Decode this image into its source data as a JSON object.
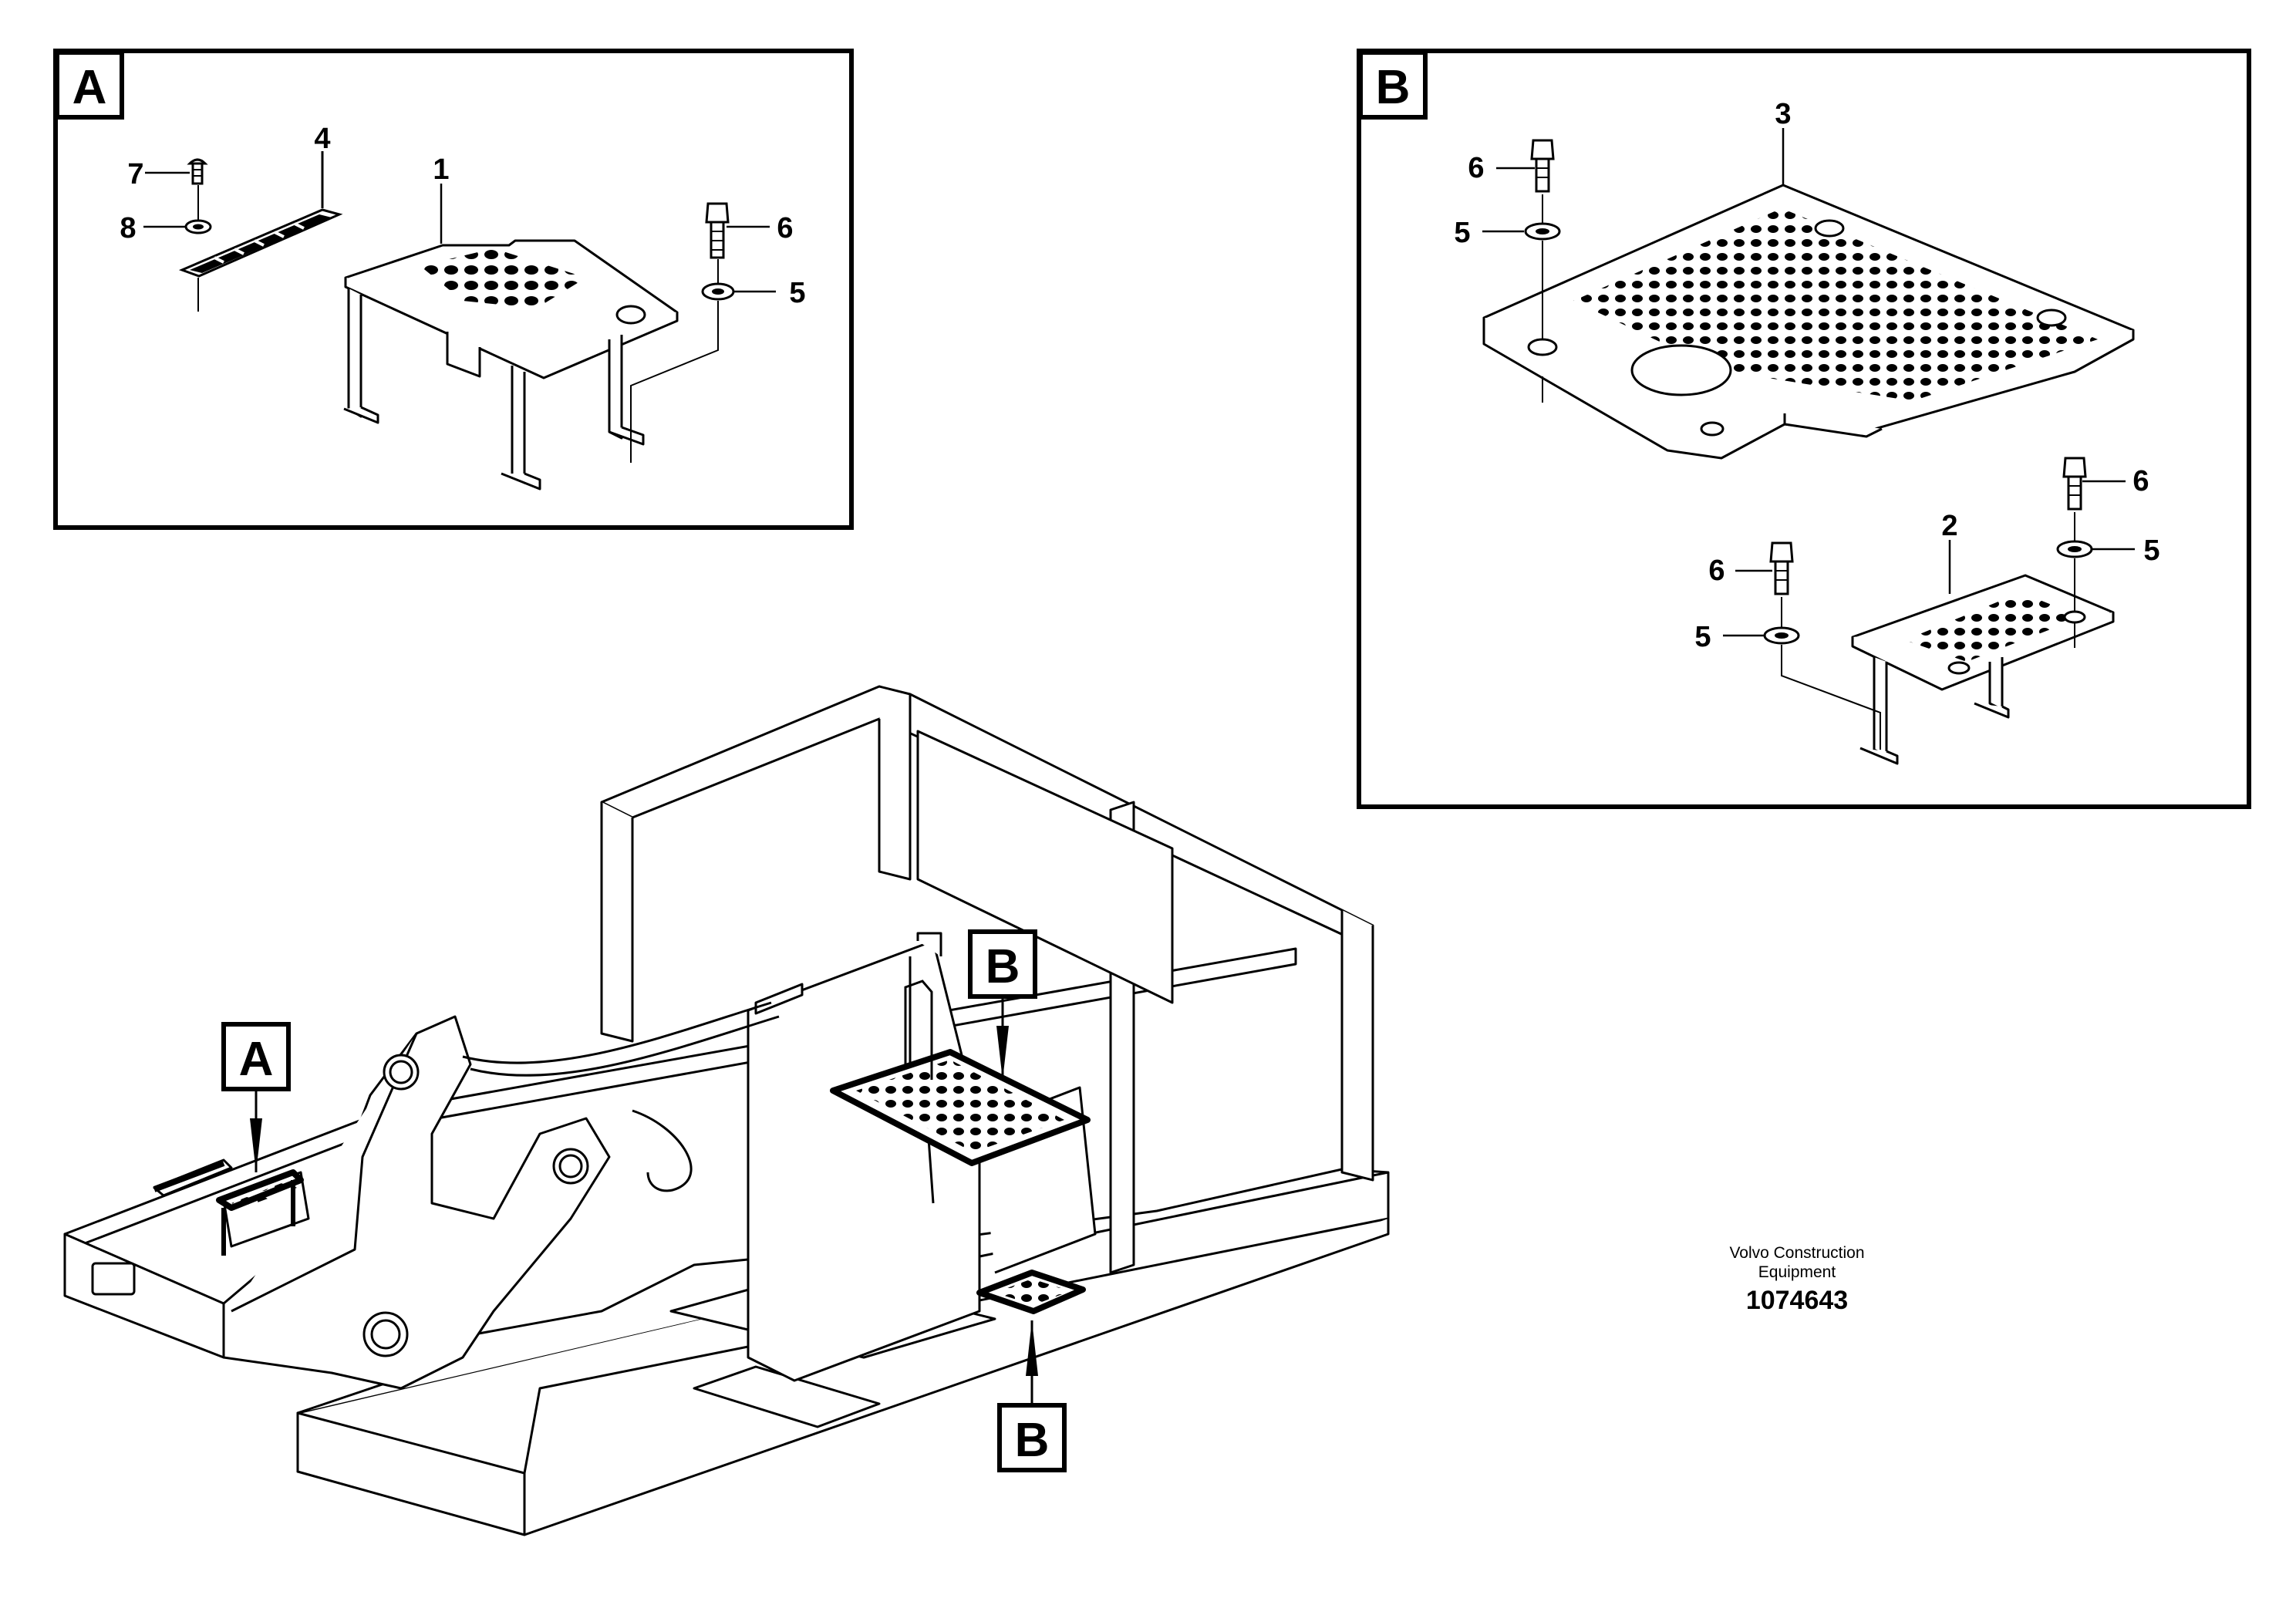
{
  "detail_a": {
    "label": "A"
  },
  "detail_b": {
    "label": "B"
  },
  "main_labels": {
    "a": "A",
    "b_top": "B",
    "b_bottom": "B"
  },
  "callouts_a": {
    "p1": "1",
    "p4": "4",
    "p5": "5",
    "p6": "6",
    "p7": "7",
    "p8": "8"
  },
  "callouts_b": {
    "p2": "2",
    "p3": "3",
    "p5a": "5",
    "p5b": "5",
    "p5c": "5",
    "p6a": "6",
    "p6b": "6",
    "p6c": "6"
  },
  "footer": {
    "company_line1": "Volvo Construction",
    "company_line2": "Equipment",
    "drawing_number": "1074643"
  },
  "colors": {
    "line": "#000000",
    "background": "#ffffff"
  }
}
